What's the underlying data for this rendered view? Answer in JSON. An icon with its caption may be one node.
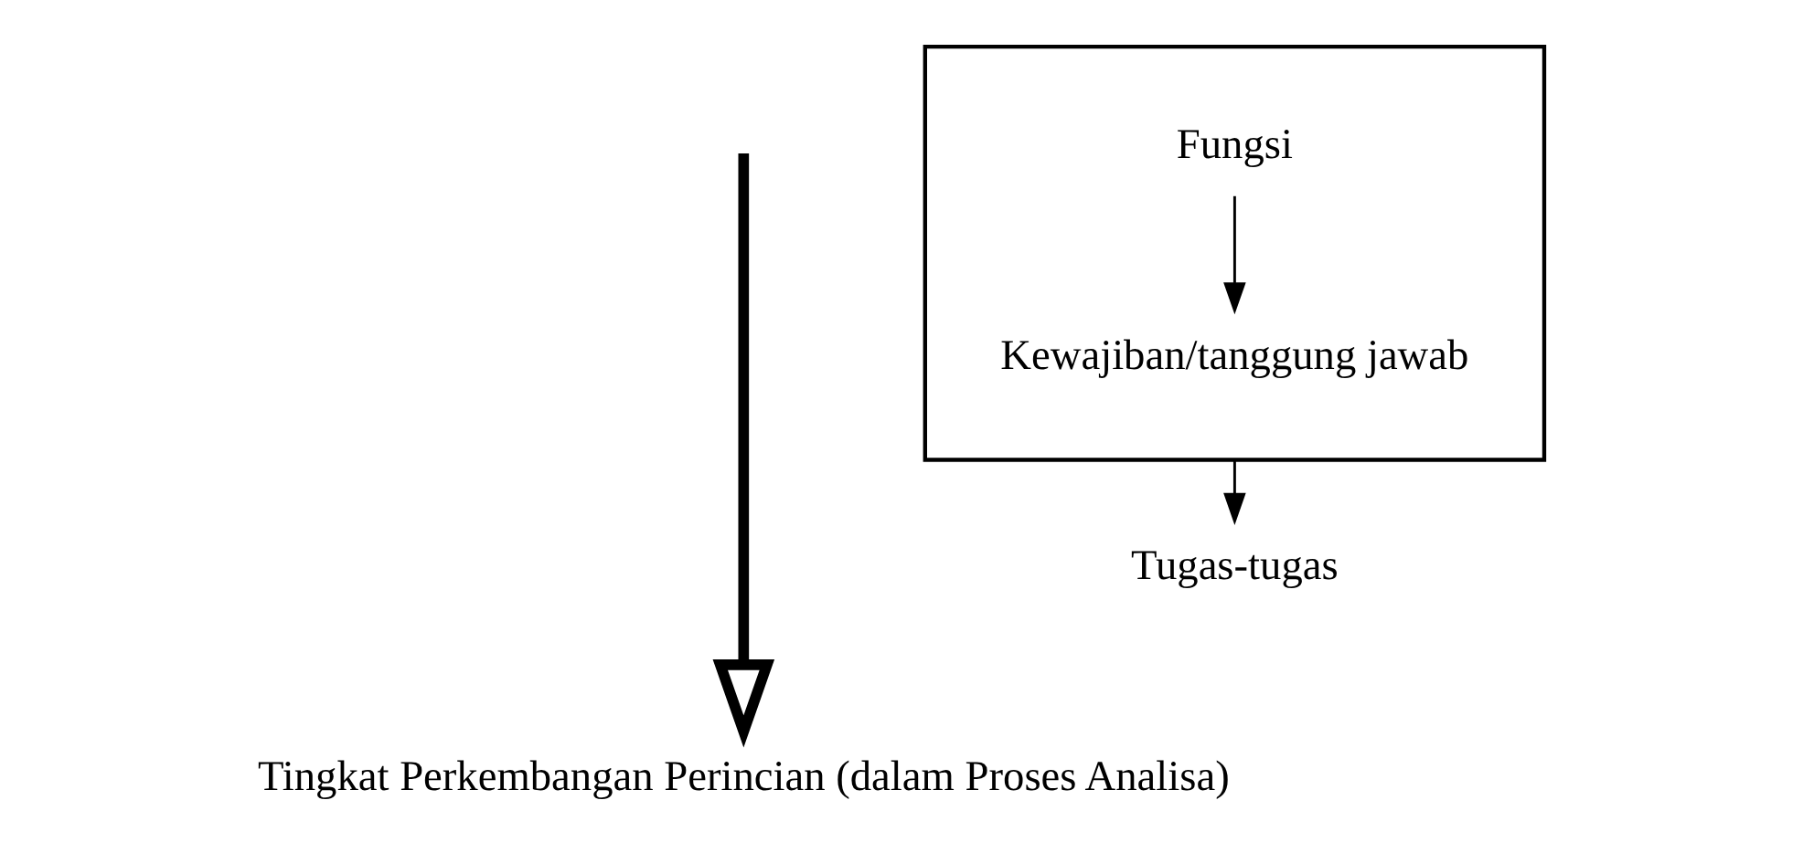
{
  "diagram": {
    "nodes": [
      {
        "text": [],
        "shape": "box"
      },
      {
        "text": [
          "Fungsi"
        ],
        "in": 0
      },
      {
        "text": [
          "Kewajiban/tanggung jawab"
        ],
        "in": 0
      },
      {
        "text": [
          "Tugas-tugas"
        ]
      },
      {
        "text": [
          "Tingkat Perkembangan Perincian (dalam Proses Analisa)"
        ]
      }
    ],
    "edges": [
      {
        "from": 1,
        "to": 2,
        "arrow": "to"
      },
      {
        "from": 0,
        "to": 3,
        "arrow": "to"
      },
      {
        "from": null,
        "to": 4,
        "arrow": "to",
        "style": "thick"
      }
    ]
  }
}
